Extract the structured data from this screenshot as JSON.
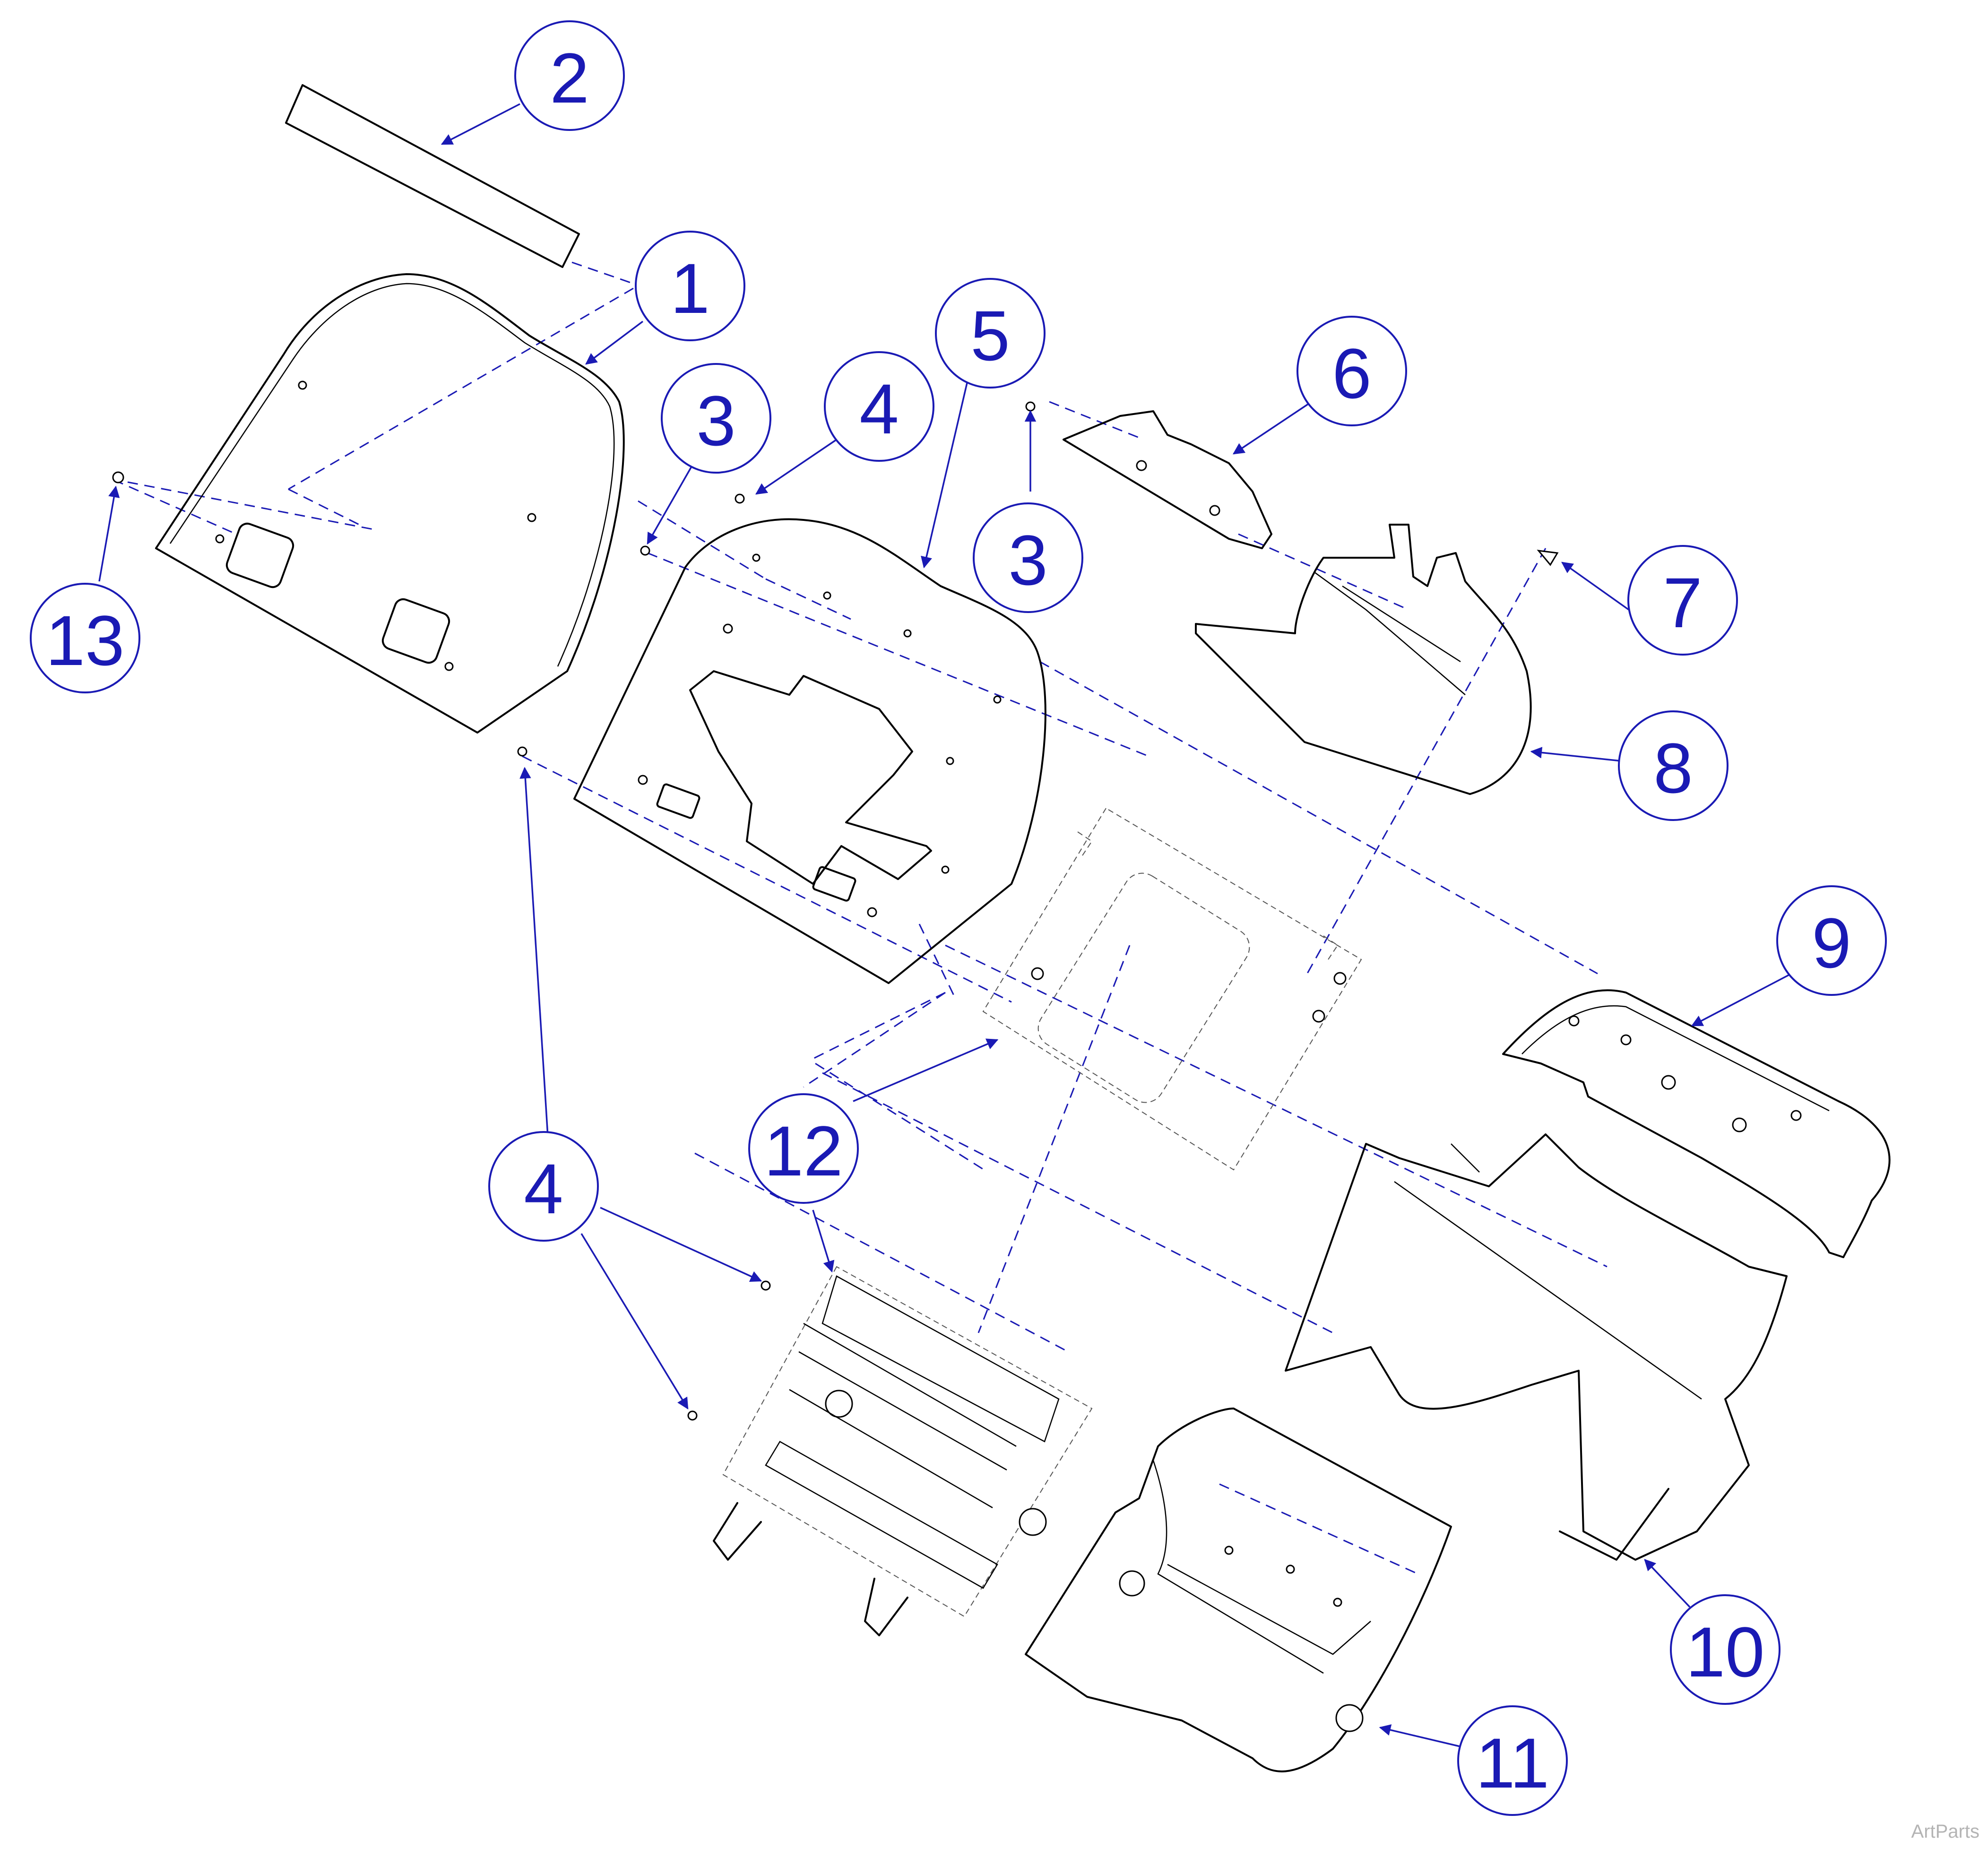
{
  "callouts": [
    {
      "id": "1",
      "label": "1"
    },
    {
      "id": "2",
      "label": "2"
    },
    {
      "id": "3a",
      "label": "3"
    },
    {
      "id": "3b",
      "label": "3"
    },
    {
      "id": "4a",
      "label": "4"
    },
    {
      "id": "4b",
      "label": "4"
    },
    {
      "id": "5",
      "label": "5"
    },
    {
      "id": "6",
      "label": "6"
    },
    {
      "id": "7",
      "label": "7"
    },
    {
      "id": "8",
      "label": "8"
    },
    {
      "id": "9",
      "label": "9"
    },
    {
      "id": "10",
      "label": "10"
    },
    {
      "id": "11",
      "label": "11"
    },
    {
      "id": "12",
      "label": "12"
    },
    {
      "id": "13",
      "label": "13"
    }
  ],
  "watermark": "ArtParts",
  "colors": {
    "callout": "#1a1ab4",
    "line_art": "#000000",
    "watermark": "#b4b4b4"
  }
}
